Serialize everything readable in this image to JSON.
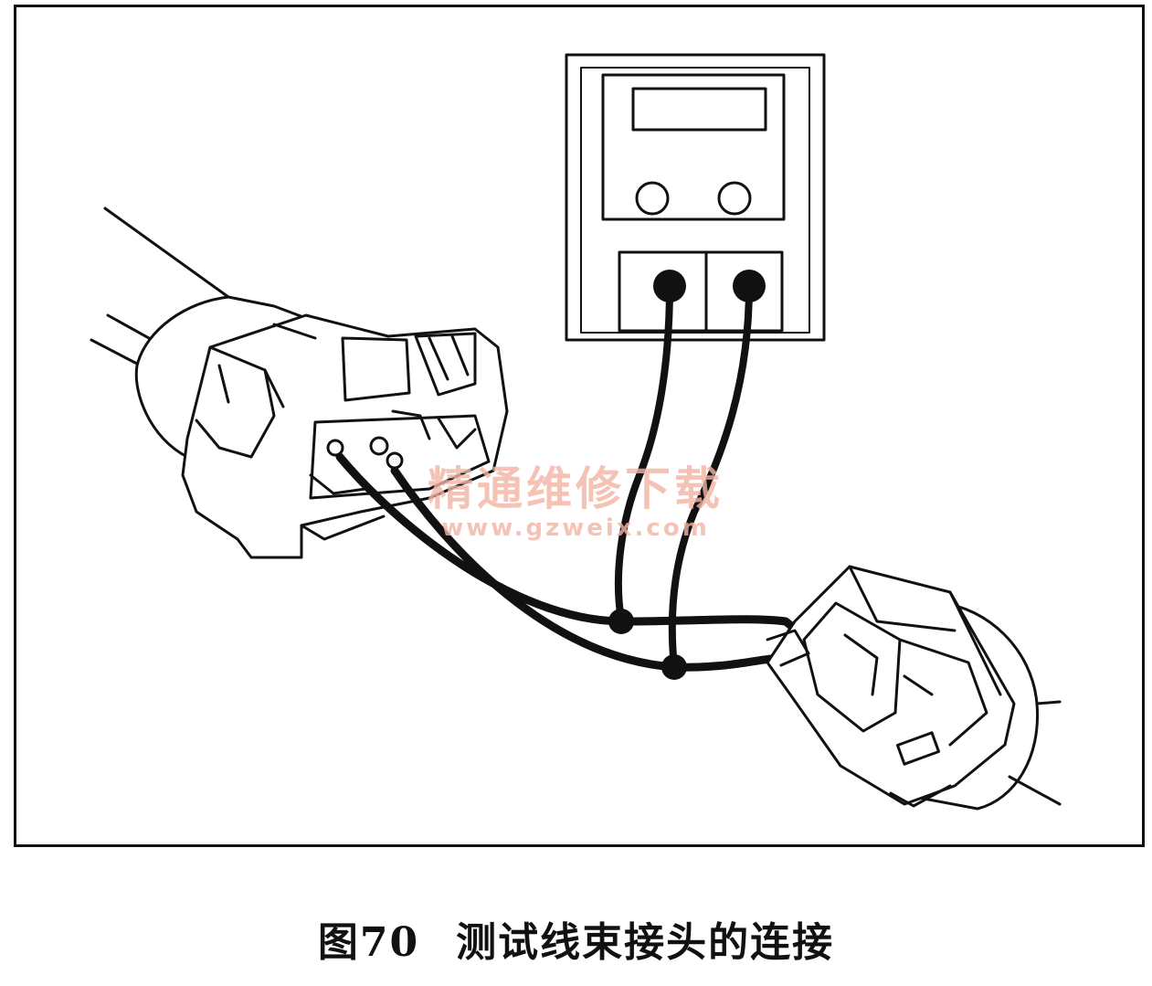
{
  "caption": {
    "figure_label": "图70",
    "title": "测试线束接头的连接"
  },
  "watermark": {
    "main": "精通维修下载",
    "url": "www.gzweix.com"
  },
  "colors": {
    "ink": "#111111",
    "watermark": "#f2b5a3"
  }
}
